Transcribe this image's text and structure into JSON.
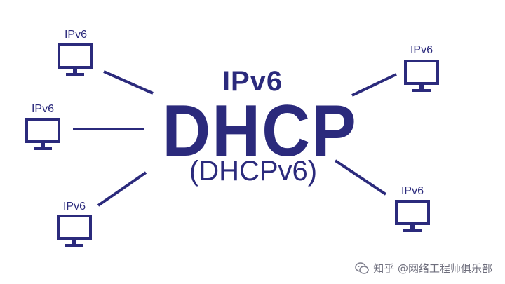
{
  "title": {
    "top": "IPv6",
    "main": "DHCP",
    "sub": "(DHCPv6)"
  },
  "clients": [
    {
      "label": "IPv6"
    },
    {
      "label": "IPv6"
    },
    {
      "label": "IPv6"
    },
    {
      "label": "IPv6"
    },
    {
      "label": "IPv6"
    }
  ],
  "watermark": {
    "text": "知乎 @网络工程师俱乐部",
    "icon": "wechat-icon"
  },
  "colors": {
    "primary": "#2b2a7c",
    "background": "#ffffff"
  }
}
